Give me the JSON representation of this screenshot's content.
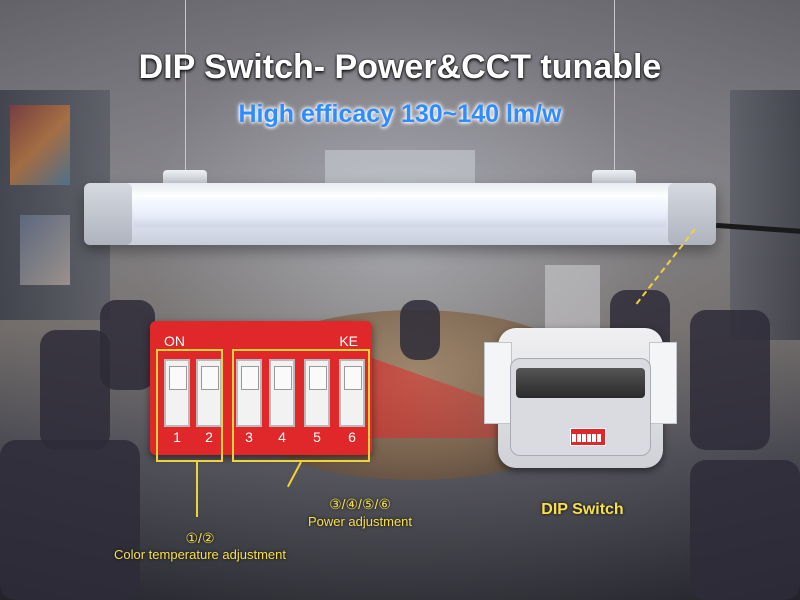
{
  "header": {
    "title": "DIP Switch- Power&CCT tunable",
    "subtitle": "High efficacy 130~140 lm/w"
  },
  "dip_switch": {
    "on_label": "ON",
    "brand_label": "KE",
    "numbers": [
      "1",
      "2",
      "3",
      "4",
      "5",
      "6"
    ]
  },
  "annotations": {
    "color_temp_numbers": "①/②",
    "color_temp_label": "Color temperature adjustment",
    "power_numbers": "③/④/⑤/⑥",
    "power_label": "Power adjustment",
    "connector_label": "DIP Switch"
  },
  "colors": {
    "accent_red": "#e0282a",
    "annotation_yellow": "#f7e04a",
    "subtitle_blue": "#2f8cff"
  }
}
